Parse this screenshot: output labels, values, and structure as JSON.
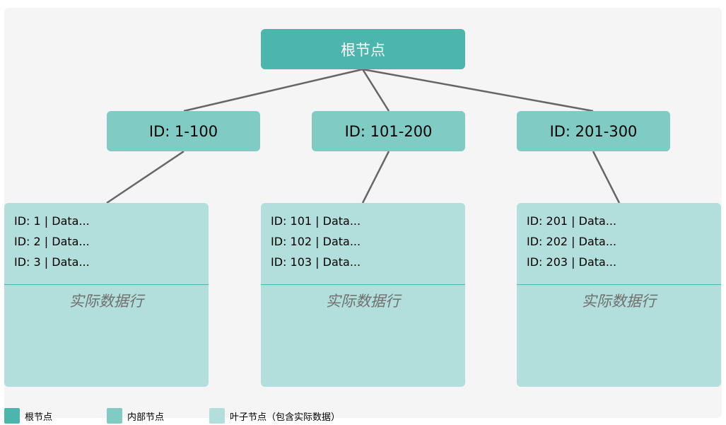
{
  "colors": {
    "root": "#4db6ac",
    "internal": "#80cbc4",
    "leaf": "#b2dfdb",
    "divider": "#4db6ac",
    "link": "#666666"
  },
  "root": {
    "label": "根节点"
  },
  "internal_nodes": [
    {
      "label": "ID: 1-100"
    },
    {
      "label": "ID: 101-200"
    },
    {
      "label": "ID: 201-300"
    }
  ],
  "leaf_nodes": [
    {
      "rows": [
        "ID: 1 | Data...",
        "ID: 2 | Data...",
        "ID: 3 | Data..."
      ],
      "caption": "实际数据行"
    },
    {
      "rows": [
        "ID: 101 | Data...",
        "ID: 102 | Data...",
        "ID: 103 | Data..."
      ],
      "caption": "实际数据行"
    },
    {
      "rows": [
        "ID: 201 | Data...",
        "ID: 202 | Data...",
        "ID: 203 | Data..."
      ],
      "caption": "实际数据行"
    }
  ],
  "legend": [
    {
      "label": "根节点",
      "color": "#4db6ac"
    },
    {
      "label": "内部节点",
      "color": "#80cbc4"
    },
    {
      "label": "叶子节点（包含实际数据）",
      "color": "#b2dfdb"
    }
  ]
}
